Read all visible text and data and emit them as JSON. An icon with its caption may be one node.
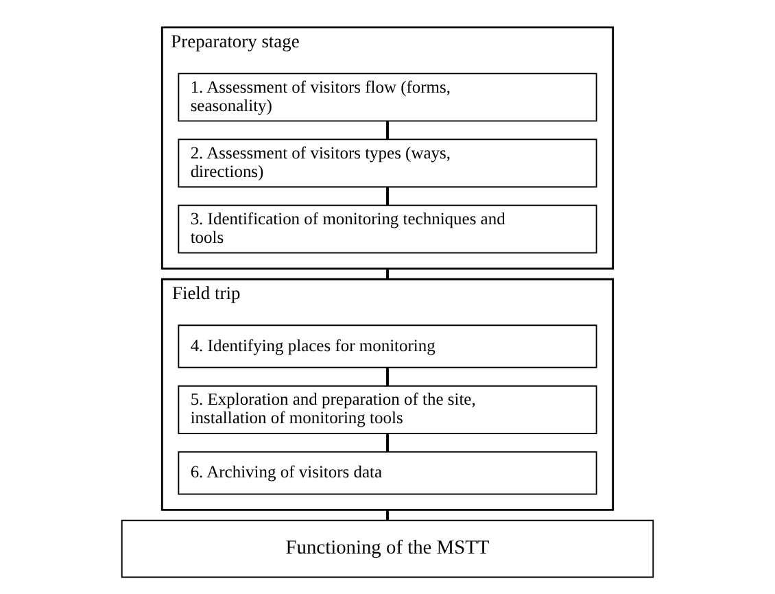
{
  "diagram": {
    "nodes": [
      {
        "text": [
          "Preparatory stage"
        ]
      },
      {
        "text": [
          "1. Assessment of visitors flow (forms, seasonality)"
        ],
        "in": 0
      },
      {
        "text": [
          "2. Assessment of visitors types (ways, directions)"
        ],
        "in": 0
      },
      {
        "text": [
          "3. Identification of monitoring techniques and tools"
        ],
        "in": 0
      },
      {
        "text": [
          "Field trip"
        ]
      },
      {
        "text": [
          "4. Identifying places for monitoring"
        ],
        "in": 4
      },
      {
        "text": [
          "5. Exploration and preparation of the site, installation of monitoring tools"
        ],
        "in": 4
      },
      {
        "text": [
          "6. Archiving of visitors data"
        ],
        "in": 4
      },
      {
        "text": [
          "Functioning of the MSTT"
        ]
      }
    ],
    "edges": [
      {
        "from": 1,
        "to": 2,
        "arrow": "none"
      },
      {
        "from": 2,
        "to": 3,
        "arrow": "none"
      },
      {
        "from": 0,
        "to": 4,
        "arrow": "none"
      },
      {
        "from": 5,
        "to": 6,
        "arrow": "none"
      },
      {
        "from": 6,
        "to": 7,
        "arrow": "none"
      },
      {
        "from": 4,
        "to": 8,
        "arrow": "none"
      }
    ]
  }
}
